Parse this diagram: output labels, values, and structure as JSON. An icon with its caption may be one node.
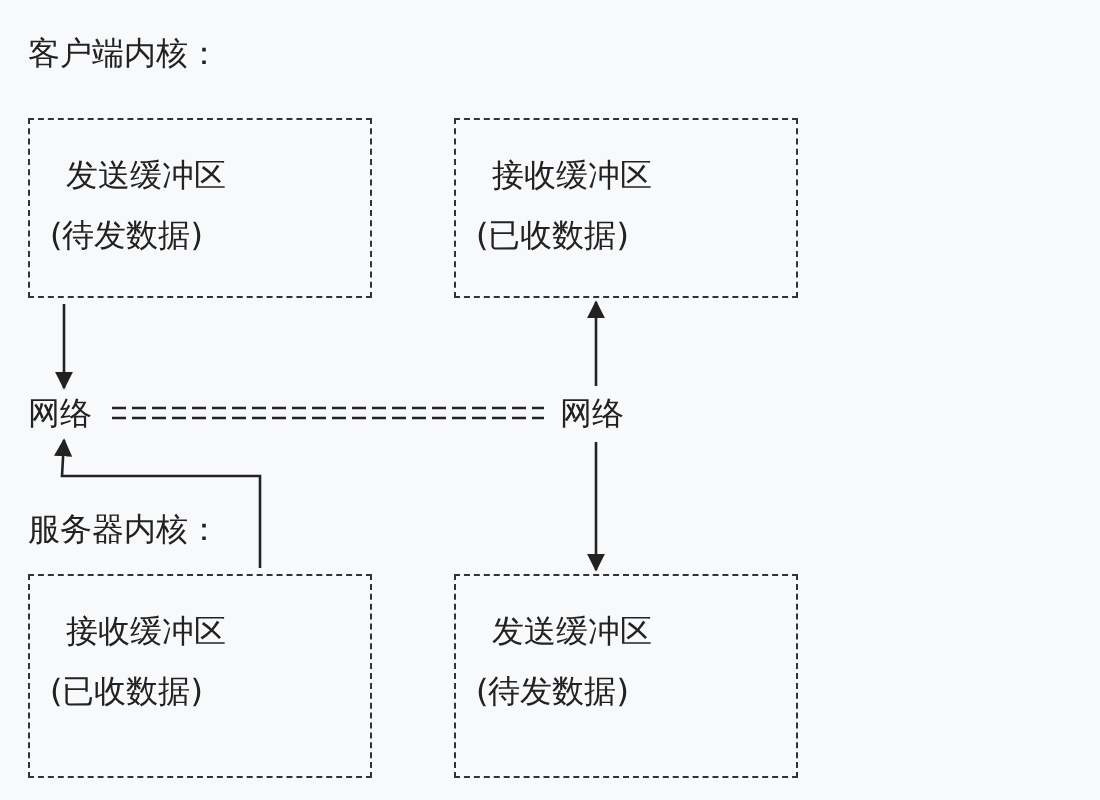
{
  "diagram": {
    "nodes": [
      {
        "text": [
          "发送缓冲区",
          "(待发数据)"
        ]
      },
      {
        "text": [
          "接收缓冲区",
          "(已收数据)"
        ]
      },
      {
        "text": [
          "网络"
        ]
      },
      {
        "text": [
          "网络"
        ]
      },
      {
        "text": [
          "接收缓冲区",
          "(已收数据)"
        ]
      },
      {
        "text": [
          "发送缓冲区",
          "(待发数据)"
        ]
      }
    ],
    "edges": [
      {
        "from": 0,
        "to": 2,
        "arrow": "to"
      },
      {
        "from": 3,
        "to": 1,
        "arrow": "to"
      },
      {
        "from": 2,
        "to": 3,
        "arrow": "none",
        "style": "dashed"
      },
      {
        "from": 4,
        "to": 2,
        "arrow": "to"
      },
      {
        "from": 3,
        "to": 5,
        "arrow": "to"
      }
    ],
    "labels": [
      "客户端内核：",
      "服务器内核："
    ]
  }
}
